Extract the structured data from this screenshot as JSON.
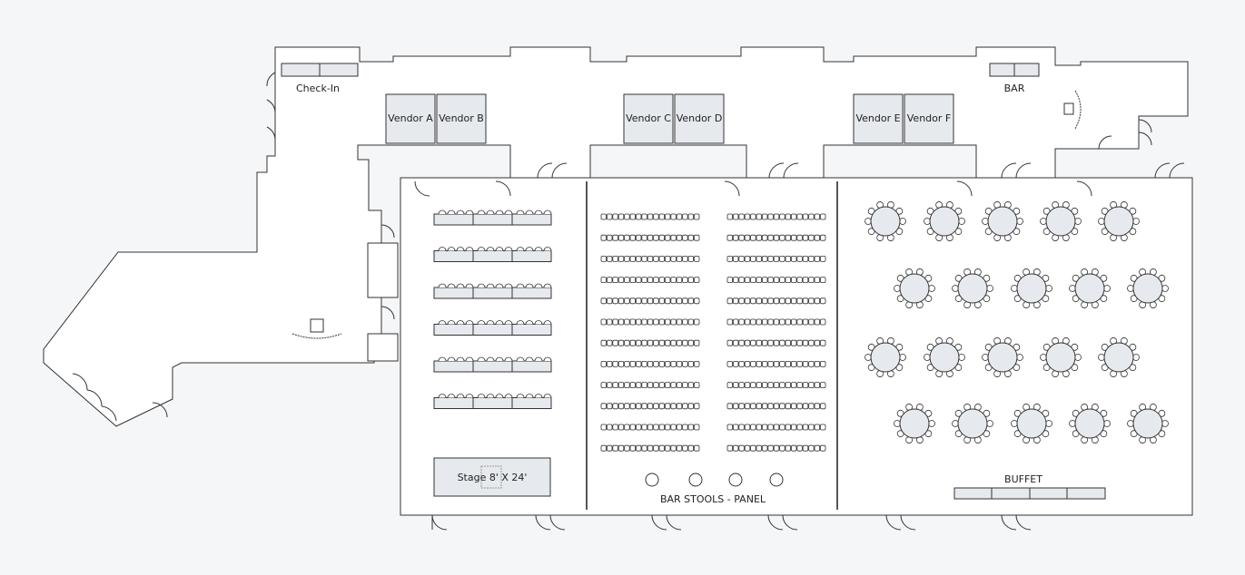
{
  "labels": {
    "check_in": "Check-In",
    "bar": "BAR",
    "vendors": [
      "Vendor A",
      "Vendor B",
      "Vendor C",
      "Vendor D",
      "Vendor E",
      "Vendor F"
    ],
    "stage": "Stage 8' X 24'",
    "bar_stools": "BAR STOOLS - PANEL",
    "buffet": "BUFFET"
  },
  "colors": {
    "background": "#f5f6f8",
    "wall": "#333333",
    "furniture_fill": "#e6e9ee",
    "floor": "#ffffff"
  },
  "layout_counts": {
    "classroom_rows": 6,
    "theater_rows_per_block": 12,
    "round_table_rows": 4,
    "round_tables_per_row": 5,
    "bar_stools": 4
  }
}
